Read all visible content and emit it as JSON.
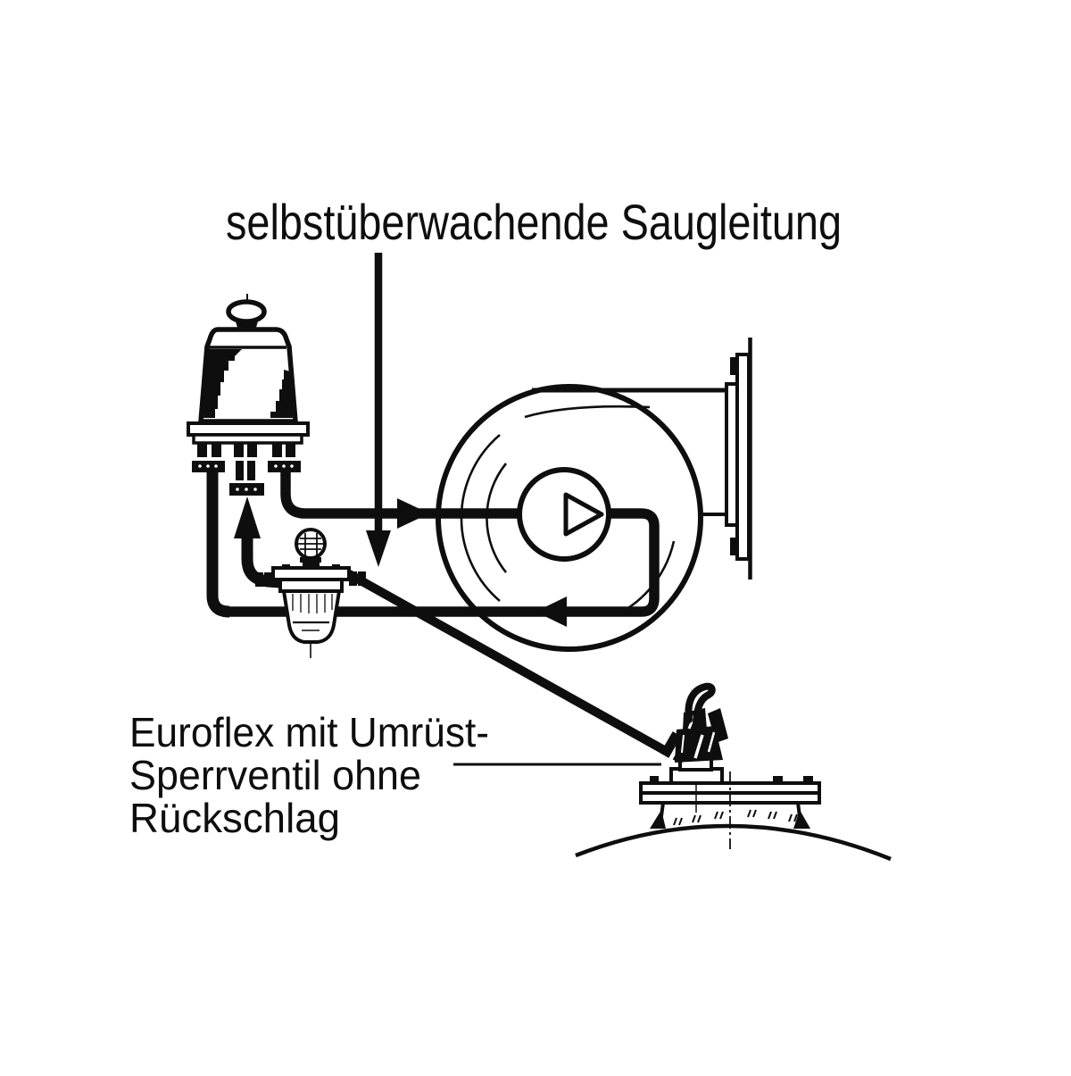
{
  "page": {
    "background": "#ffffff",
    "ink": "#0e0e0e"
  },
  "labels": {
    "suction": "selbstüberwachende Saugleitung",
    "valve_note_line1": "Euroflex mit Umrüst-",
    "valve_note_line2": "Sperrventil ohne",
    "valve_note_line3": "Rückschlag"
  }
}
